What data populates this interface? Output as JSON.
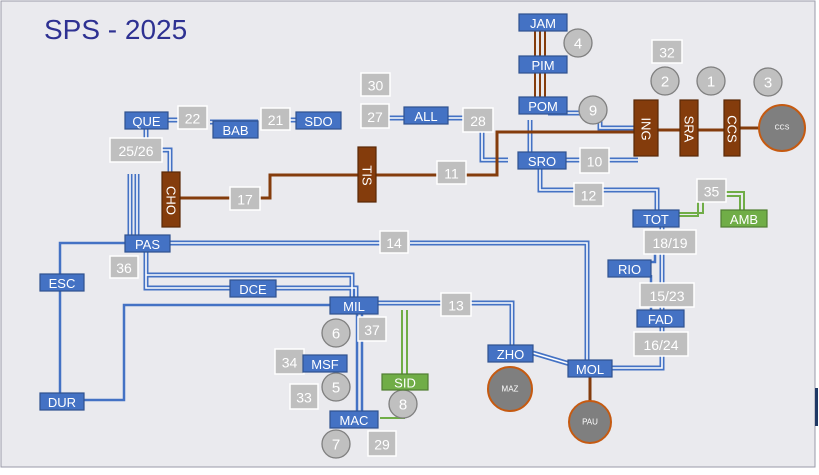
{
  "title": "SPS - 2025",
  "colors": {
    "background": "#eaeaee",
    "station_blue": "#4472c4",
    "station_green": "#70ad47",
    "station_brown": "#843c0c",
    "box_gray": "#bfbfbf",
    "circle_gray": "#c0c0c0",
    "line_blue": "#4472c4",
    "line_brown": "#843c0c",
    "line_green": "#70ad47",
    "title_color": "#2e3192"
  },
  "stations_blue": [
    "JAM",
    "PIM",
    "POM",
    "QUE",
    "BAB",
    "SDO",
    "ALL",
    "SRO",
    "PAS",
    "ESC",
    "DCE",
    "MIL",
    "MSF",
    "MAC",
    "DUR",
    "ZHO",
    "MOL",
    "TOT",
    "RIO",
    "FAD"
  ],
  "stations_green": [
    "SID",
    "AMB"
  ],
  "stations_brown": [
    "CHO",
    "TIS",
    "ING",
    "SRA",
    "CCS"
  ],
  "number_boxes": [
    "32",
    "30",
    "22",
    "21",
    "27",
    "28",
    "25/26",
    "11",
    "17",
    "10",
    "12",
    "35",
    "18/19",
    "14",
    "36",
    "15/23",
    "16/24",
    "13",
    "37",
    "34",
    "33",
    "29"
  ],
  "number_circles": [
    "4",
    "2",
    "1",
    "3",
    "9",
    "6",
    "5",
    "8",
    "7"
  ],
  "terminal_circles": [
    "CCS",
    "MAZ",
    "PAU"
  ]
}
